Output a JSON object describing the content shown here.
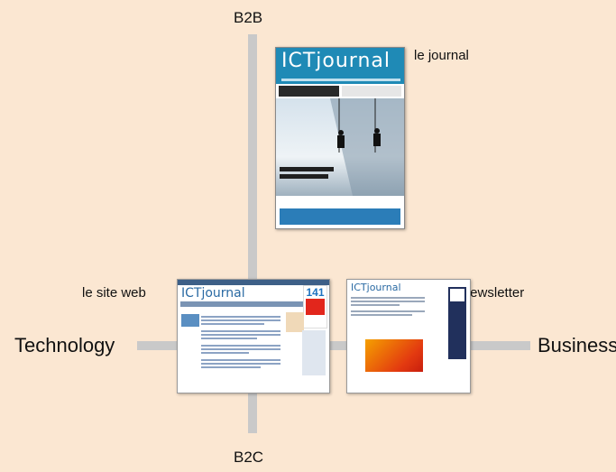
{
  "poles": {
    "top": "B2B",
    "bottom": "B2C",
    "left": "Technology",
    "right": "Business"
  },
  "items": {
    "journal": {
      "caption": "le journal",
      "brand": "ICTjournal"
    },
    "website": {
      "caption": "le site web",
      "brand": "ICTjournal",
      "ad_number": "141"
    },
    "newsletter": {
      "caption": "la newsletter",
      "brand": "ICTjournal"
    }
  },
  "colors": {
    "background": "#fbe7d2",
    "axis": "#c9c9c9",
    "brand_blue": "#1f8ab6"
  }
}
